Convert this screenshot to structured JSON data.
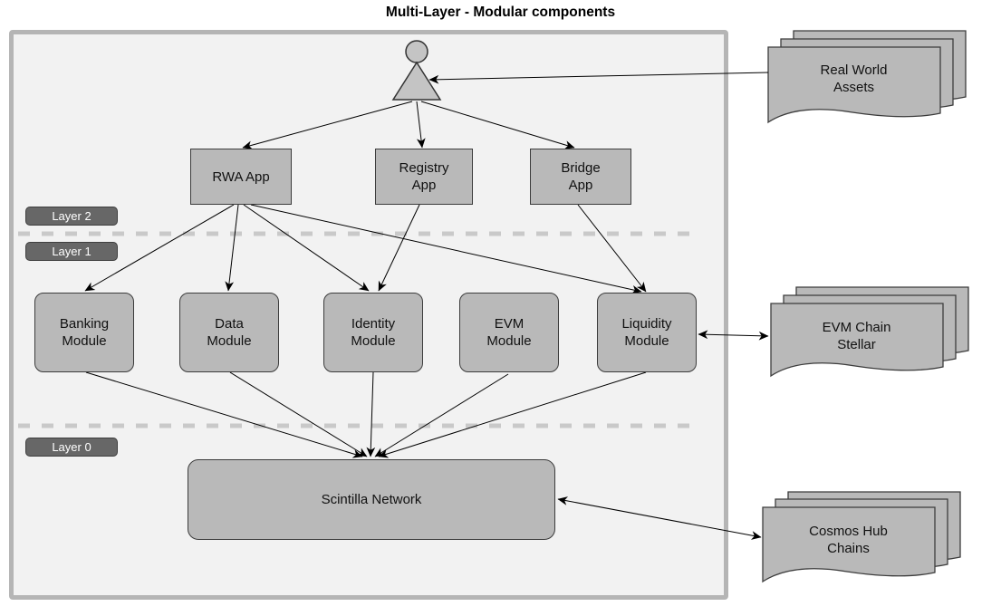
{
  "title": "Multi-Layer - Modular components",
  "layer_badges": [
    {
      "label": "Layer 2"
    },
    {
      "label": "Layer 1"
    },
    {
      "label": "Layer 0"
    }
  ],
  "apps": [
    {
      "label": "RWA App"
    },
    {
      "label": "Registry App"
    },
    {
      "label": "Bridge App"
    }
  ],
  "modules": [
    {
      "label": "Banking Module"
    },
    {
      "label": "Data Module"
    },
    {
      "label": "Identity Module"
    },
    {
      "label": "EVM Module"
    },
    {
      "label": "Liquidity Module"
    }
  ],
  "network": {
    "label": "Scintilla Network"
  },
  "external_stacks": [
    {
      "label": "Real World Assets"
    },
    {
      "label": "EVM Chain Stellar"
    },
    {
      "label": "Cosmos Hub Chains"
    }
  ],
  "edges": [
    {
      "from": "actor",
      "to": "RWA App",
      "arrow": "end"
    },
    {
      "from": "actor",
      "to": "Registry App",
      "arrow": "end"
    },
    {
      "from": "actor",
      "to": "Bridge App",
      "arrow": "end"
    },
    {
      "from": "RWA App",
      "to": "Banking Module",
      "arrow": "end"
    },
    {
      "from": "RWA App",
      "to": "Data Module",
      "arrow": "end"
    },
    {
      "from": "RWA App",
      "to": "Identity Module",
      "arrow": "end"
    },
    {
      "from": "RWA App",
      "to": "Liquidity Module",
      "arrow": "end"
    },
    {
      "from": "Registry App",
      "to": "Identity Module",
      "arrow": "end"
    },
    {
      "from": "Bridge App",
      "to": "Liquidity Module",
      "arrow": "end"
    },
    {
      "from": "Banking Module",
      "to": "Scintilla Network",
      "arrow": "end"
    },
    {
      "from": "Data Module",
      "to": "Scintilla Network",
      "arrow": "end"
    },
    {
      "from": "Identity Module",
      "to": "Scintilla Network",
      "arrow": "end"
    },
    {
      "from": "EVM Module",
      "to": "Scintilla Network",
      "arrow": "end"
    },
    {
      "from": "Liquidity Module",
      "to": "Scintilla Network",
      "arrow": "end"
    },
    {
      "from": "Real World Assets",
      "to": "actor",
      "arrow": "end"
    },
    {
      "from": "Liquidity Module",
      "to": "EVM Chain Stellar",
      "arrow": "both"
    },
    {
      "from": "Scintilla Network",
      "to": "Cosmos Hub Chains",
      "arrow": "both"
    }
  ],
  "colors": {
    "node_fill": "#b9b9b9",
    "node_border": "#3c3c3c",
    "frame_fill": "#f2f2f2",
    "frame_border": "#b5b5b5",
    "badge_fill": "#676767",
    "badge_text": "#ffffff",
    "layer_divider": "#c9c9c9",
    "edge": "#000000"
  }
}
